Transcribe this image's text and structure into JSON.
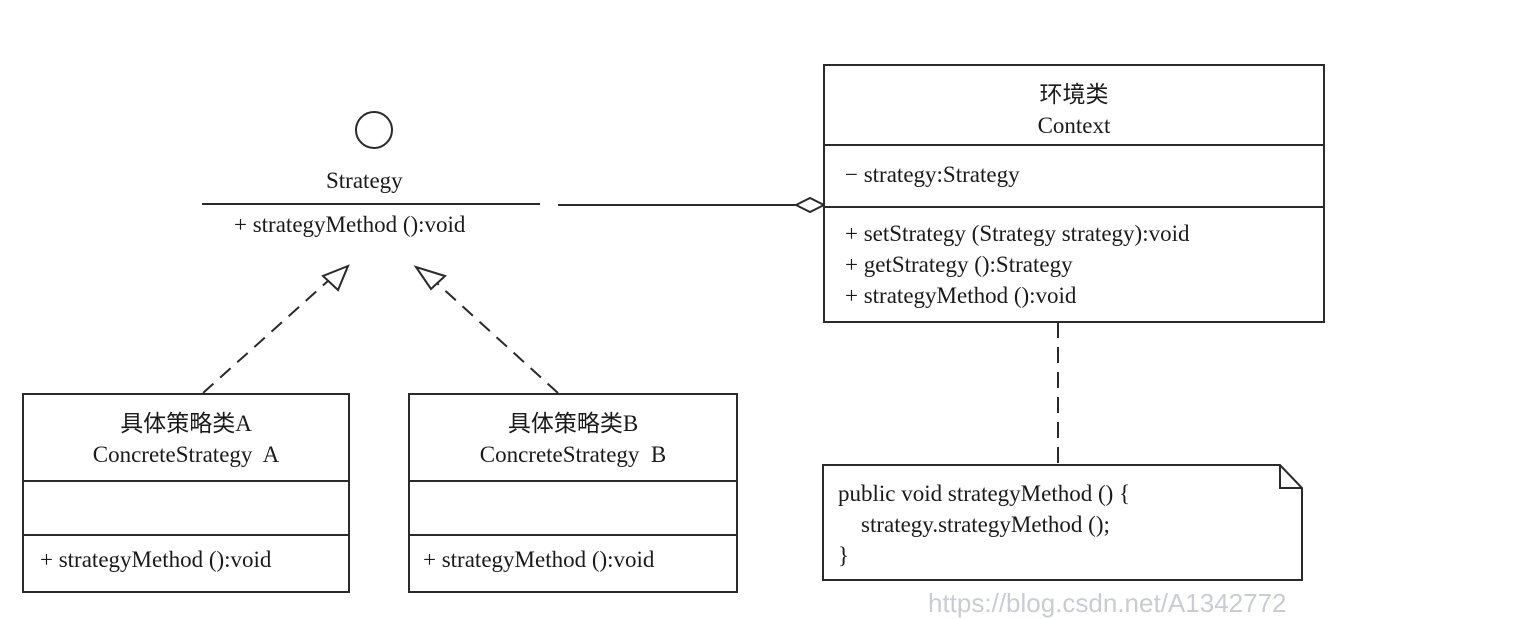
{
  "interface": {
    "name": "Strategy",
    "operations": [
      "+ strategyMethod ():void"
    ]
  },
  "context": {
    "name_cn": "环境类",
    "name_en": "Context",
    "attributes": [
      "− strategy:Strategy"
    ],
    "operations": [
      "+ setStrategy (Strategy strategy):void",
      "+ getStrategy ():Strategy",
      "+ strategyMethod ():void"
    ]
  },
  "concrete_a": {
    "name_cn": "具体策略类A",
    "name_en": "ConcreteStrategy  A",
    "operations": [
      "+ strategyMethod ():void"
    ]
  },
  "concrete_b": {
    "name_cn": "具体策略类B",
    "name_en": "ConcreteStrategy  B",
    "operations": [
      "+ strategyMethod ():void"
    ]
  },
  "note": {
    "lines": [
      "public void strategyMethod () {",
      "    strategy.strategyMethod ();",
      "}"
    ]
  },
  "watermark": "https://blog.csdn.net/A1342772"
}
